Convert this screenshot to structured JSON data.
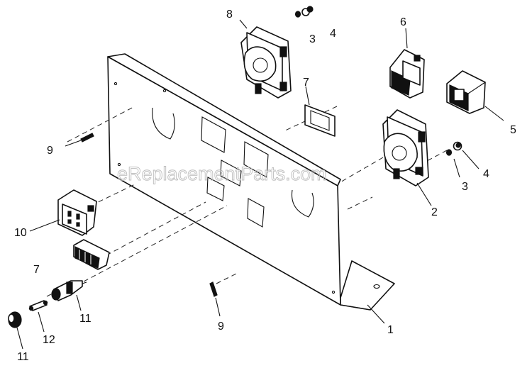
{
  "watermark": "eReplacementParts.com",
  "callouts": {
    "c1": "1",
    "c2": "2",
    "c3a": "3",
    "c3b": "3",
    "c4a": "4",
    "c4b": "4",
    "c5": "5",
    "c6": "6",
    "c7a": "7",
    "c7b": "7",
    "c8": "8",
    "c9a": "9",
    "c9b": "9",
    "c10": "10",
    "c11a": "11",
    "c11b": "11",
    "c12": "12"
  }
}
